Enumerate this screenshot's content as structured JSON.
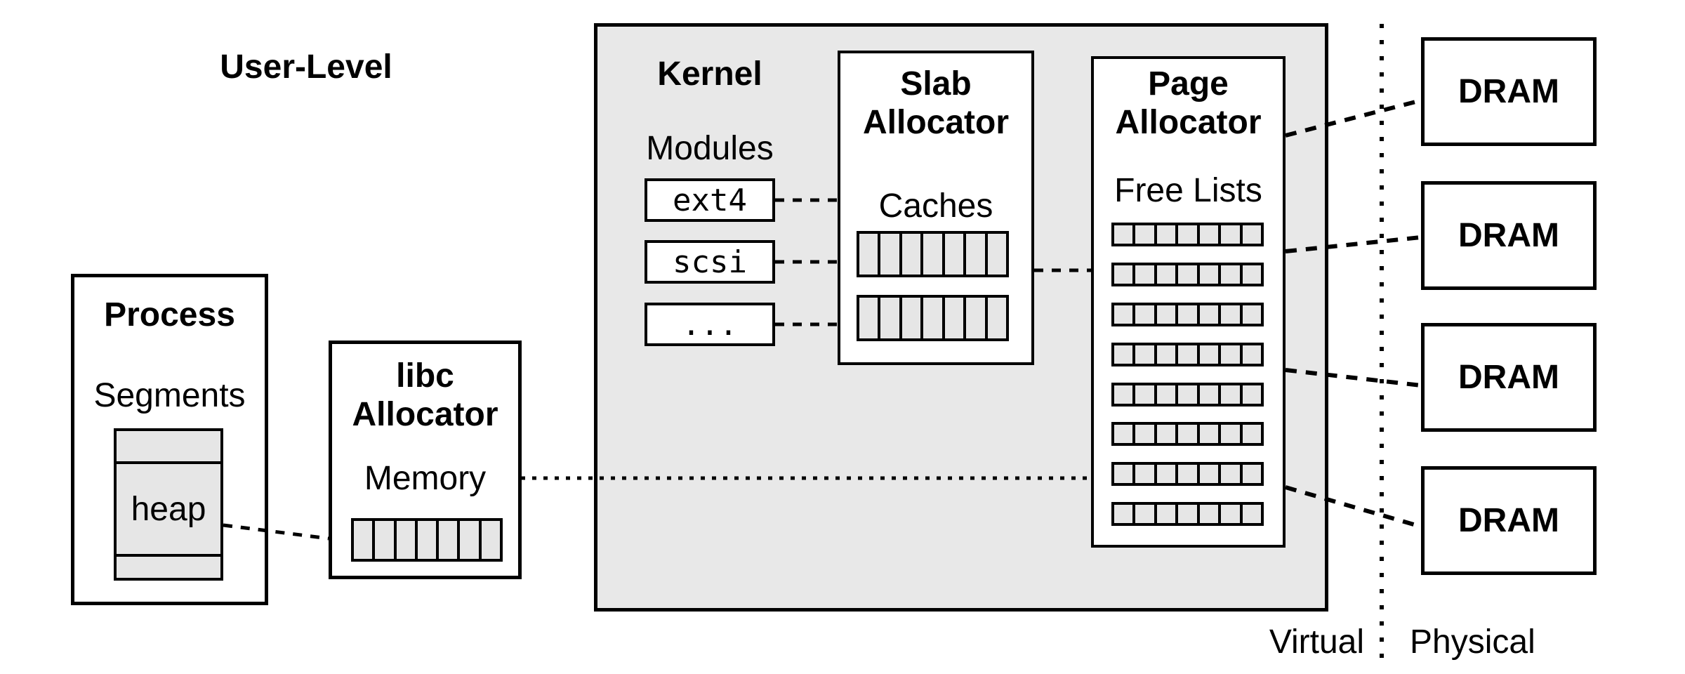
{
  "diagram": {
    "user_level_label": "User-Level",
    "virtual_label": "Virtual",
    "physical_label": "Physical"
  },
  "process": {
    "title": "Process",
    "segments_label": "Segments",
    "heap_label": "heap"
  },
  "libc": {
    "title_line1": "libc",
    "title_line2": "Allocator",
    "memory_label": "Memory",
    "memory_cell_count": 7
  },
  "kernel": {
    "title": "Kernel",
    "modules_label": "Modules",
    "modules": [
      "ext4",
      "scsi",
      "..."
    ]
  },
  "slab": {
    "title_line1": "Slab",
    "title_line2": "Allocator",
    "caches_label": "Caches",
    "cache_row_count": 2,
    "cells_per_row": 7
  },
  "page_allocator": {
    "title_line1": "Page",
    "title_line2": "Allocator",
    "free_lists_label": "Free Lists",
    "free_list_row_count": 8,
    "cells_per_row": 7
  },
  "dram": {
    "label": "DRAM",
    "count": 4
  },
  "colors": {
    "kernel_bg": "#e8e8e8",
    "cell_bg": "#e6e6e6",
    "line": "#000000"
  }
}
